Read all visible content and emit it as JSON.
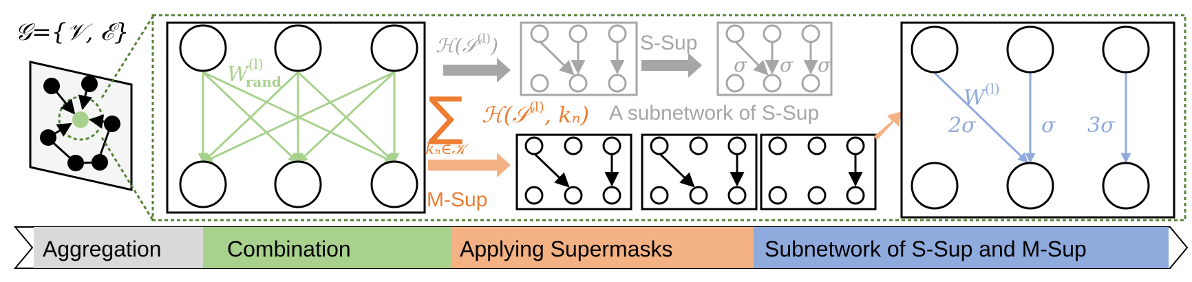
{
  "graph_label": "𝒢={𝒱,  ℰ}",
  "weights": {
    "rand_w": "W",
    "rand_sup": "(l)",
    "rand_sub": "rand",
    "final_w": "W",
    "final_sup": "(l)"
  },
  "ssup": {
    "h_label": "ℋ(𝒮",
    "h_sup": "(l)",
    "h_close": ")",
    "tag": "S-Sup",
    "sigma": "σ",
    "subnetwork_caption": "A subnetwork of S-Sup"
  },
  "msup": {
    "sum_symbol": "∑",
    "sum_index": "kₙ∈𝒦",
    "h_label": "ℋ(𝒮",
    "h_sup": "(l)",
    "h_rest": ", kₙ)",
    "tag": "M-Sup"
  },
  "final_weights": {
    "w1": "2σ",
    "w2": "σ",
    "w3": "3σ"
  },
  "timeline": {
    "aggregation": "Aggregation",
    "combination": "Combination",
    "supermasks": "Applying Supermasks",
    "subnetwork": "Subnetwork of S-Sup and M-Sup"
  },
  "colors": {
    "green": "#a9d18e",
    "green_dark": "#548235",
    "orange": "#ed7d31",
    "orange_light": "#f4b183",
    "gray": "#a6a6a6",
    "blue": "#8faadc",
    "timeline_gray": "#d9d9d9",
    "timeline_green": "#a9d18e",
    "timeline_orange": "#f4b183",
    "timeline_blue": "#8faadc"
  }
}
